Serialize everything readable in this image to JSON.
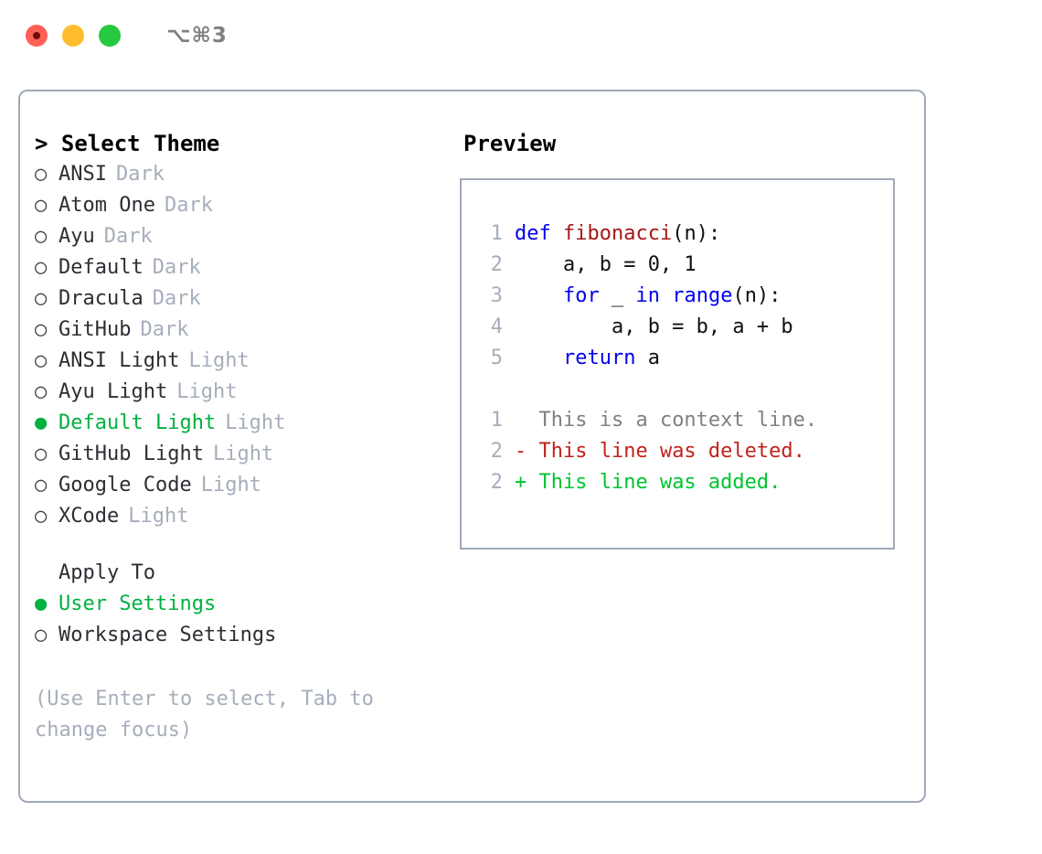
{
  "titlebar": {
    "shortcut": "⌥⌘3",
    "buttons": [
      {
        "name": "close",
        "color": "#ff6058"
      },
      {
        "name": "minimize",
        "color": "#ffbd2e"
      },
      {
        "name": "maximize",
        "color": "#27c93f"
      }
    ]
  },
  "theme_picker": {
    "heading": "> Select Theme",
    "bullet_unselected": "○",
    "bullet_selected": "●",
    "items": [
      {
        "bullet": "○",
        "name": "ANSI",
        "category": "Dark",
        "selected": false
      },
      {
        "bullet": "○",
        "name": "Atom One",
        "category": "Dark",
        "selected": false
      },
      {
        "bullet": "○",
        "name": "Ayu",
        "category": "Dark",
        "selected": false
      },
      {
        "bullet": "○",
        "name": "Default",
        "category": "Dark",
        "selected": false
      },
      {
        "bullet": "○",
        "name": "Dracula",
        "category": "Dark",
        "selected": false
      },
      {
        "bullet": "○",
        "name": "GitHub",
        "category": "Dark",
        "selected": false
      },
      {
        "bullet": "○",
        "name": "ANSI Light",
        "category": "Light",
        "selected": false
      },
      {
        "bullet": "○",
        "name": "Ayu Light",
        "category": "Light",
        "selected": false
      },
      {
        "bullet": "●",
        "name": "Default Light",
        "category": "Light",
        "selected": true
      },
      {
        "bullet": "○",
        "name": "GitHub Light",
        "category": "Light",
        "selected": false
      },
      {
        "bullet": "○",
        "name": "Google Code",
        "category": "Light",
        "selected": false
      },
      {
        "bullet": "○",
        "name": "XCode",
        "category": "Light",
        "selected": false
      }
    ]
  },
  "apply_to": {
    "heading": "Apply To",
    "items": [
      {
        "bullet": "●",
        "name": "User Settings",
        "selected": true
      },
      {
        "bullet": "○",
        "name": "Workspace Settings",
        "selected": false
      }
    ]
  },
  "hint": "(Use Enter to select, Tab to\nchange focus)",
  "preview": {
    "title": "Preview",
    "code_lines": [
      {
        "no": "1",
        "segments": [
          {
            "t": "def ",
            "s": "kw"
          },
          {
            "t": "fibonacci",
            "s": "fn"
          },
          {
            "t": "(n):",
            "s": "plain"
          }
        ]
      },
      {
        "no": "2",
        "segments": [
          {
            "t": "    a, b = 0, 1",
            "s": "plain"
          }
        ]
      },
      {
        "no": "3",
        "segments": [
          {
            "t": "    ",
            "s": "plain"
          },
          {
            "t": "for",
            "s": "kw"
          },
          {
            "t": " _ ",
            "s": "plain"
          },
          {
            "t": "in",
            "s": "kw"
          },
          {
            "t": " ",
            "s": "plain"
          },
          {
            "t": "range",
            "s": "kw"
          },
          {
            "t": "(n):",
            "s": "plain"
          }
        ]
      },
      {
        "no": "4",
        "segments": [
          {
            "t": "        a, b = b, a + b",
            "s": "plain"
          }
        ]
      },
      {
        "no": "5",
        "segments": [
          {
            "t": "    ",
            "s": "plain"
          },
          {
            "t": "return",
            "s": "kw"
          },
          {
            "t": " a",
            "s": "plain"
          }
        ]
      }
    ],
    "diff_lines": [
      {
        "no": "1",
        "marker": " ",
        "text": " This is a context line.",
        "kind": "context"
      },
      {
        "no": "2",
        "marker": "-",
        "text": " This line was deleted.",
        "kind": "deleted"
      },
      {
        "no": "2",
        "marker": "+",
        "text": " This line was added.",
        "kind": "added"
      }
    ]
  },
  "colors": {
    "accent_green": "#00b140",
    "muted": "#a6aebb",
    "border": "#9fa9b7",
    "keyword_blue": "#0000ee",
    "function_red": "#a61717",
    "diff_deleted": "#c0231b",
    "diff_added": "#00c431",
    "diff_context": "#808080"
  }
}
